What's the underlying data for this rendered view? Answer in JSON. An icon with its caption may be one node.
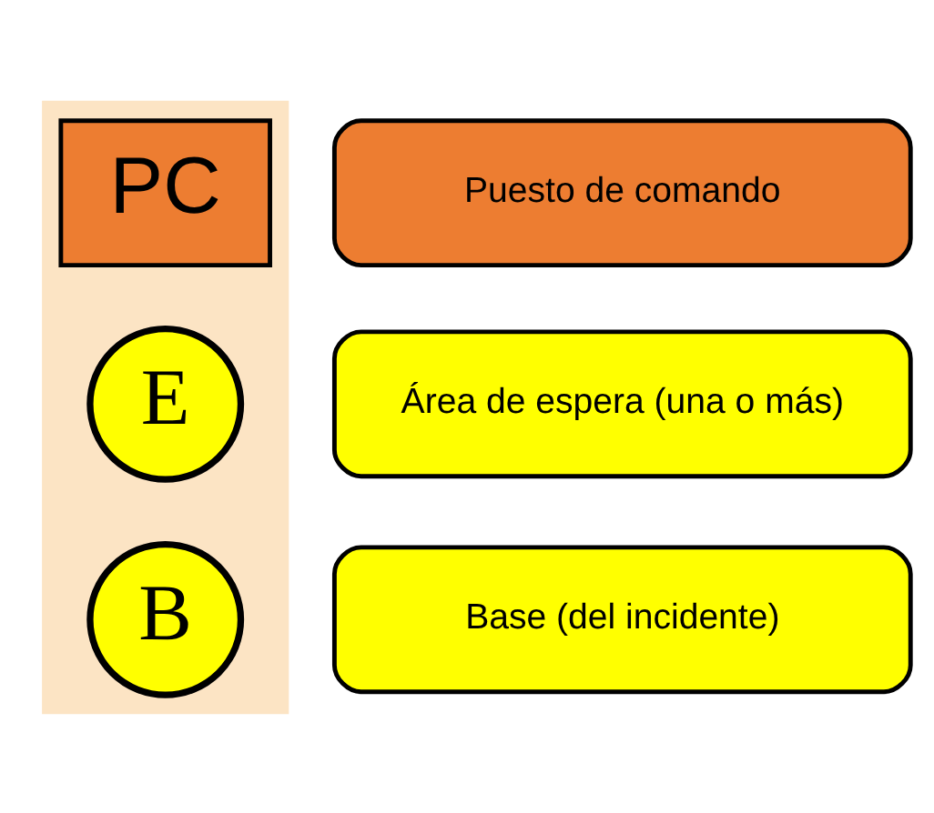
{
  "diagram": {
    "nodes": [
      {
        "text": [],
        "shape": "band"
      },
      {
        "text": [
          "PC"
        ],
        "in": 0
      },
      {
        "text": [
          "Puesto de comando"
        ]
      },
      {
        "text": [
          "E"
        ],
        "in": 0
      },
      {
        "text": [
          "Área de espera (una o más)"
        ]
      },
      {
        "text": [
          "B"
        ],
        "in": 0
      },
      {
        "text": [
          "Base (del incidente)"
        ]
      }
    ],
    "edges": []
  }
}
